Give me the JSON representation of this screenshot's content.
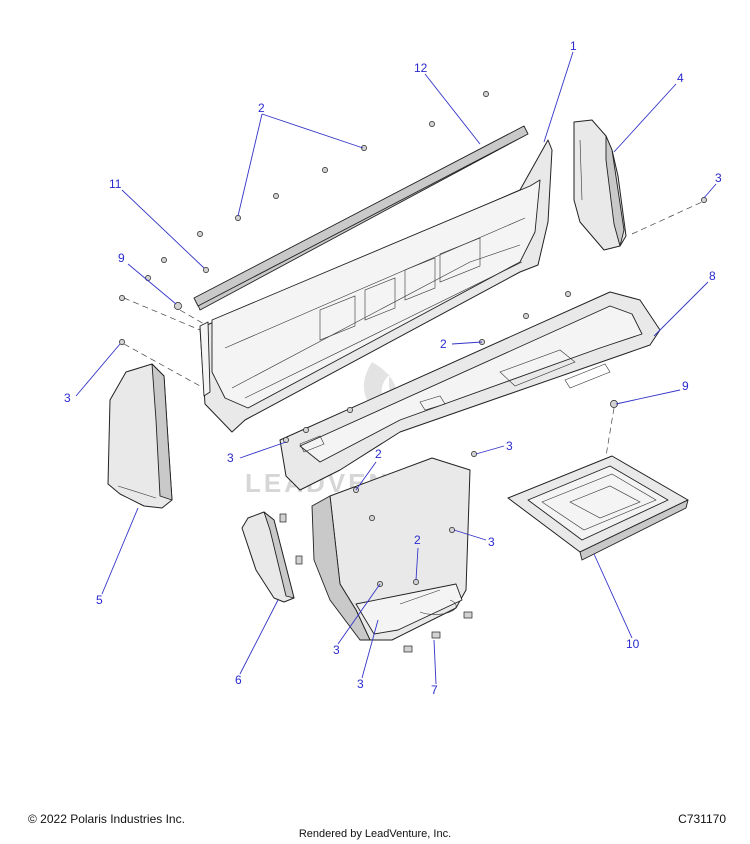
{
  "callouts": [
    {
      "id": "c1",
      "label": "1"
    },
    {
      "id": "c12",
      "label": "12"
    },
    {
      "id": "c4",
      "label": "4"
    },
    {
      "id": "c2a",
      "label": "2"
    },
    {
      "id": "c11",
      "label": "11"
    },
    {
      "id": "c3a",
      "label": "3"
    },
    {
      "id": "c9a",
      "label": "9"
    },
    {
      "id": "c8",
      "label": "8"
    },
    {
      "id": "c2b",
      "label": "2"
    },
    {
      "id": "c3b",
      "label": "3"
    },
    {
      "id": "c9b",
      "label": "9"
    },
    {
      "id": "c3c",
      "label": "3"
    },
    {
      "id": "c2c",
      "label": "2"
    },
    {
      "id": "c3d",
      "label": "3"
    },
    {
      "id": "c3e",
      "label": "3"
    },
    {
      "id": "c5",
      "label": "5"
    },
    {
      "id": "c2d",
      "label": "2"
    },
    {
      "id": "c6",
      "label": "6"
    },
    {
      "id": "c3f",
      "label": "3"
    },
    {
      "id": "c3g",
      "label": "3"
    },
    {
      "id": "c7",
      "label": "7"
    },
    {
      "id": "c10",
      "label": "10"
    }
  ],
  "watermark": "LEADVENTURE",
  "footer": {
    "copyright": "© 2022 Polaris Industries Inc.",
    "diagram_id": "C731170",
    "rendered_by": "Rendered by LeadVenture, Inc."
  },
  "colors": {
    "callout": "#2a2ad0",
    "part_fill": "#e9e9e9",
    "outline": "#222222"
  }
}
